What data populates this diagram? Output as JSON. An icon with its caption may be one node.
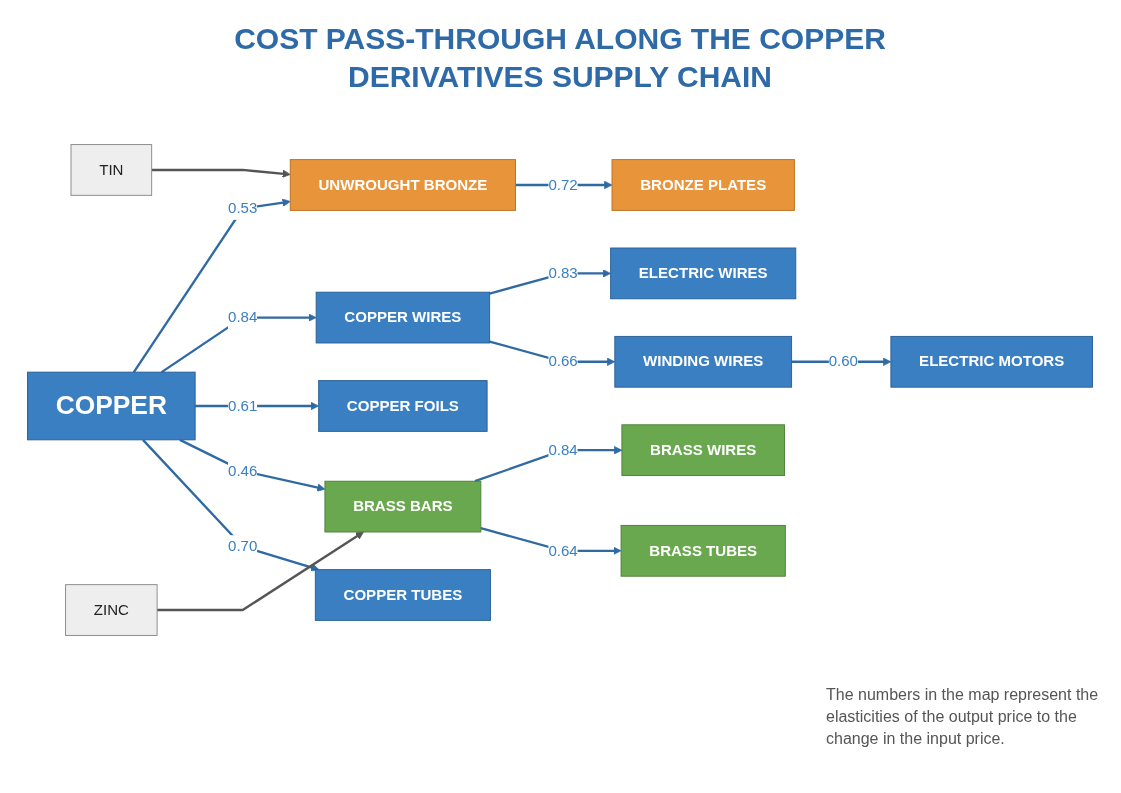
{
  "diagram": {
    "title": "COST PASS-THROUGH ALONG THE COPPER DERIVATIVES SUPPLY CHAIN",
    "nodes": [
      {
        "text": [
          "BRONZE PLATES"
        ]
      },
      {
        "text": [
          "ELECTRIC WIRES"
        ]
      },
      {
        "text": [
          "ELECTRIC MOTORS"
        ]
      },
      {
        "text": [
          "COPPER WIRES"
        ]
      },
      {
        "text": [
          "WINDING WIRES"
        ]
      },
      {
        "text": [
          "TIN"
        ]
      },
      {
        "text": [
          "UNWROUGHT BRONZE"
        ]
      },
      {
        "text": [
          "COPPER FOILS"
        ]
      },
      {
        "text": [
          "COPPER"
        ]
      },
      {
        "text": [
          "ZINC"
        ]
      },
      {
        "text": [
          "BRASS BARS"
        ]
      },
      {
        "text": [
          "COPPER TUBES"
        ]
      },
      {
        "text": [
          "BRASS WIRES"
        ]
      },
      {
        "text": [
          "BRASS TUBES"
        ]
      }
    ],
    "edges": [
      {
        "from": 8,
        "to": 6,
        "arrow": "to",
        "label": "0.53"
      },
      {
        "from": 6,
        "to": 0,
        "arrow": "to",
        "label": "0.72"
      },
      {
        "from": 5,
        "to": 6,
        "arrow": "to",
        "color": "#555555"
      },
      {
        "from": 8,
        "to": 3,
        "arrow": "to",
        "label": "0.84"
      },
      {
        "from": 3,
        "to": 1,
        "arrow": "to",
        "label": "0.83"
      },
      {
        "from": 3,
        "to": 4,
        "arrow": "to",
        "label": "0.66"
      },
      {
        "from": 4,
        "to": 2,
        "arrow": "to",
        "label": "0.60"
      },
      {
        "from": 8,
        "to": 7,
        "arrow": "to",
        "label": "0.61"
      },
      {
        "from": 8,
        "to": 10,
        "arrow": "to",
        "label": "0.46"
      },
      {
        "from": 8,
        "to": 11,
        "arrow": "to",
        "label": "0.70"
      },
      {
        "from": 9,
        "to": 10,
        "arrow": "to",
        "color": "#555555"
      },
      {
        "from": 10,
        "to": 12,
        "arrow": "to",
        "label": "0.84"
      },
      {
        "from": 10,
        "to": 13,
        "arrow": "to",
        "label": "0.64"
      }
    ],
    "labels": [
      "The numbers in the map represent the elasticities of the output price to the change in the input price."
    ]
  }
}
